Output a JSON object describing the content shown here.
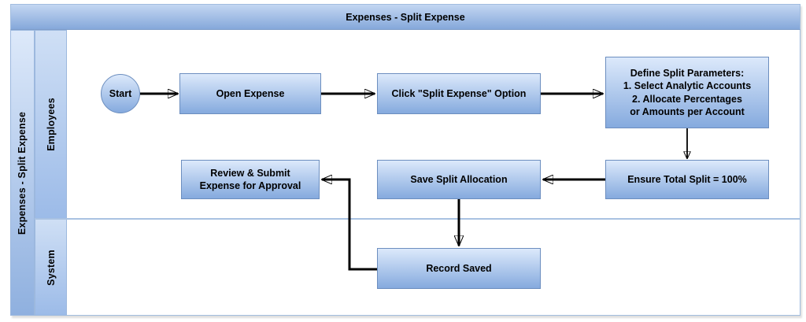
{
  "diagram": {
    "pool_title": "Expenses - Split Expense",
    "pool_side_label": "Expenses - Split Expense",
    "lanes": {
      "employees": "Employees",
      "system": "System"
    },
    "nodes": {
      "start": "Start",
      "open_expense": "Open Expense",
      "click_split_option": "Click \"Split Expense\" Option",
      "define_split_lines": [
        "Define Split Parameters:",
        "1. Select Analytic Accounts",
        "2. Allocate Percentages",
        "or Amounts per Account"
      ],
      "ensure_total": "Ensure Total Split = 100%",
      "save_split": "Save Split Allocation",
      "review_lines": [
        "Review & Submit",
        "Expense for Approval"
      ],
      "record_saved": "Record Saved"
    },
    "colors": {
      "node_fill_top": "#dce9fb",
      "node_fill_bottom": "#85aade",
      "node_border": "#6c8ebf",
      "header_fill_top": "#c3d6f2",
      "header_fill_bottom": "#85a8da",
      "strip_fill_top": "#dde9fa",
      "strip_fill_bottom": "#8fb0df",
      "lane_fill_top": "#cfdff5",
      "lane_fill_bottom": "#9cbbe8",
      "pool_border": "#a2bddf",
      "divider": "#a9c2e2",
      "connector_color": "#000000",
      "text_color": "#000000"
    }
  }
}
